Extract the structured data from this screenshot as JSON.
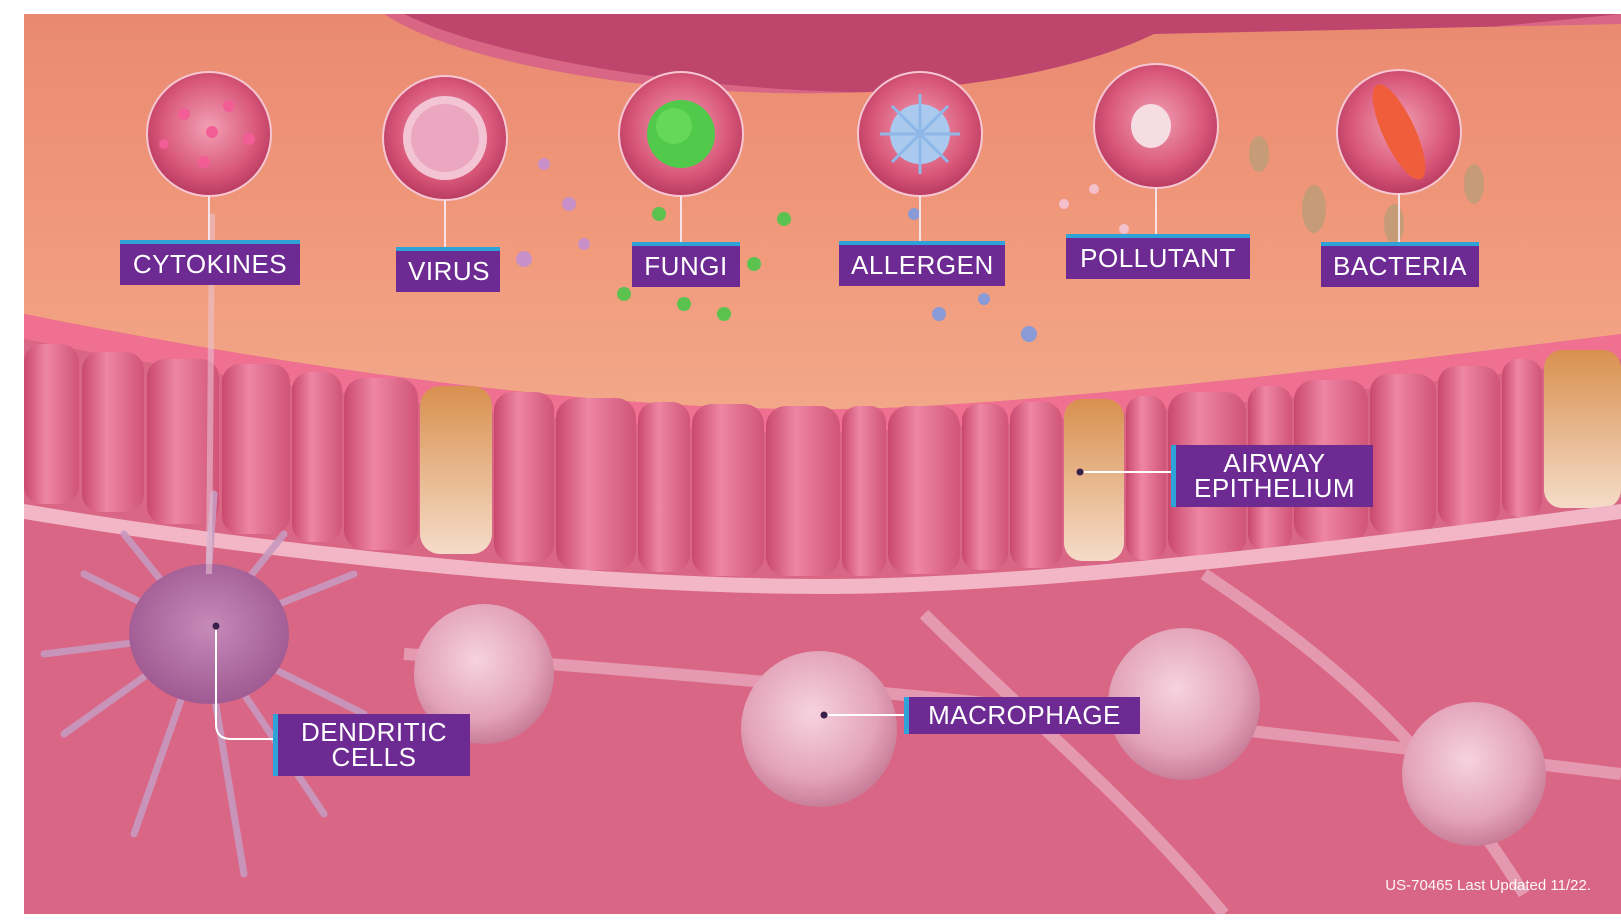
{
  "labels": {
    "cytokines": "CYTOKINES",
    "virus": "VIRUS",
    "fungi": "FUNGI",
    "allergen": "ALLERGEN",
    "pollutant": "POLLUTANT",
    "bacteria": "BACTERIA",
    "airway_epithelium": [
      "AIRWAY",
      "EPITHELIUM"
    ],
    "dendritic_cells": [
      "DENDRITIC",
      "CELLS"
    ],
    "macrophage": "MACROPHAGE"
  },
  "footer": "US-70465 Last Updated 11/22.",
  "colors": {
    "label_bg": "#6d2a92",
    "label_accent": "#2fa3d8",
    "mucus": "#f08a6e",
    "epithelium": "#e46a8f",
    "tissue": "#d96685"
  }
}
